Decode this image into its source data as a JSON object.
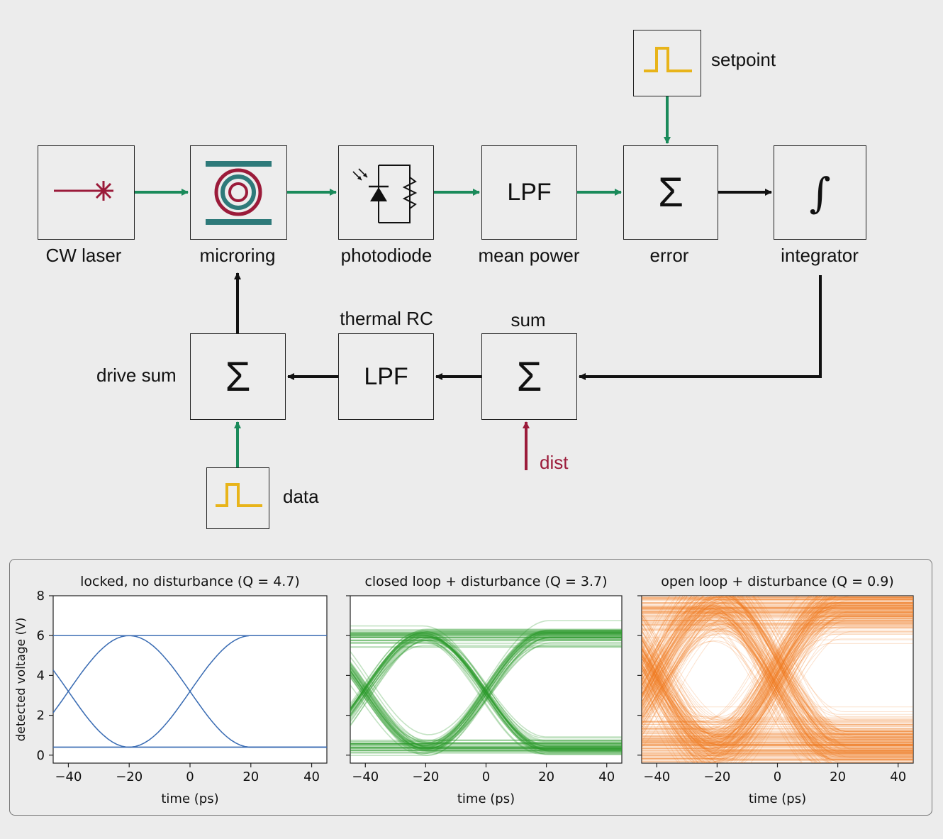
{
  "diagram": {
    "blocks": {
      "cw_laser": {
        "label": "CW laser"
      },
      "microring": {
        "label": "microring"
      },
      "photodiode": {
        "label": "photodiode"
      },
      "lpf_mean": {
        "symbol": "LPF",
        "label": "mean power"
      },
      "error": {
        "symbol": "Σ",
        "label": "error"
      },
      "integrator": {
        "symbol": "∫",
        "label": "integrator"
      },
      "setpoint": {
        "label": "setpoint"
      },
      "sum": {
        "symbol": "Σ",
        "label": "sum"
      },
      "thermal_lpf": {
        "symbol": "LPF",
        "label": "thermal RC"
      },
      "drive_sum": {
        "symbol": "Σ",
        "label": "drive sum"
      },
      "data": {
        "label": "data"
      }
    },
    "disturbance_label": "dist",
    "colors": {
      "optical_arrow": "#1a8a5a",
      "control_arrow": "#111111",
      "disturbance": "#9b1b3a",
      "pulse": "#e8b41a",
      "laser": "#9b1b3a",
      "ring_outer": "#9b1b3a",
      "ring_inner": "#2e7a7a"
    }
  },
  "chart_data": [
    {
      "type": "line",
      "title": "locked, no disturbance (Q = 4.7)",
      "xlabel": "time (ps)",
      "ylabel": "detected voltage (V)",
      "xlim": [
        -45,
        45
      ],
      "ylim": [
        -0.4,
        8.0
      ],
      "xticks": [
        -40,
        -20,
        0,
        20,
        40
      ],
      "yticks": [
        0,
        2,
        4,
        6,
        8
      ],
      "color": "#3b6db3",
      "levels": {
        "high": 6.0,
        "low": 0.4
      },
      "period_ps": 40,
      "noise": "none"
    },
    {
      "type": "line",
      "title": "closed loop + disturbance (Q = 3.7)",
      "xlabel": "time (ps)",
      "ylabel": "",
      "xlim": [
        -45,
        45
      ],
      "ylim": [
        -0.4,
        8.0
      ],
      "xticks": [
        -40,
        -20,
        0,
        20,
        40
      ],
      "yticks": [
        0,
        2,
        4,
        6,
        8
      ],
      "color": "#2a9a2a",
      "levels": {
        "high": 6.0,
        "low": 0.4
      },
      "period_ps": 40,
      "noise": "moderate"
    },
    {
      "type": "line",
      "title": "open loop + disturbance (Q = 0.9)",
      "xlabel": "time (ps)",
      "ylabel": "",
      "xlim": [
        -45,
        45
      ],
      "ylim": [
        -0.4,
        8.0
      ],
      "xticks": [
        -40,
        -20,
        0,
        20,
        40
      ],
      "yticks": [
        0,
        2,
        4,
        6,
        8
      ],
      "color": "#f07d1e",
      "levels": {
        "high": 7.5,
        "low": 0.4
      },
      "period_ps": 40,
      "noise": "strong"
    }
  ]
}
